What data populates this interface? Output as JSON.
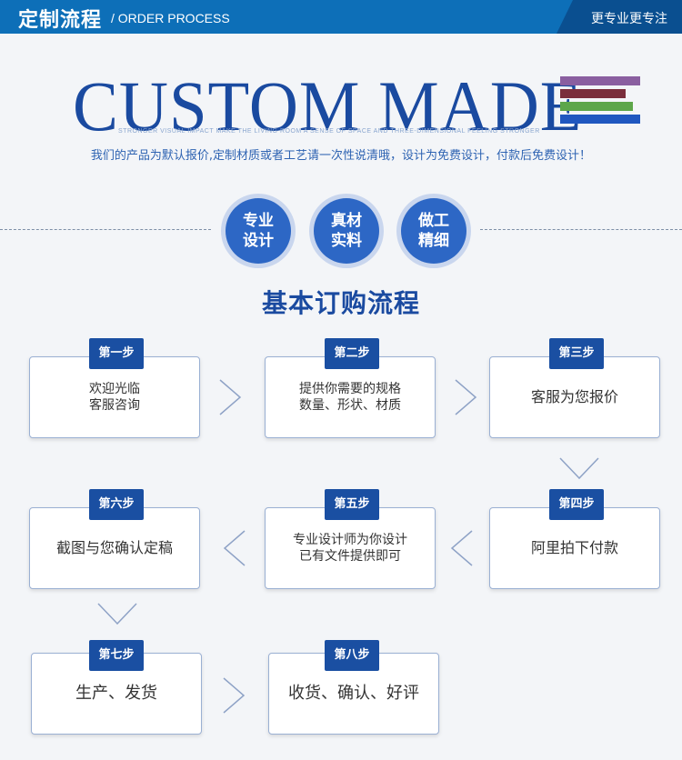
{
  "header": {
    "title": "定制流程",
    "subtitle": "/ ORDER PROCESS",
    "tag": "更专业更专注"
  },
  "banner": {
    "main": "CUSTOM MADE",
    "strap": "STRONGER VISUAL IMPACT MAKE THE LIVING ROOM A SENSE OF SPACE AND THREE-DIMENSIONAL FEELING STRONGER",
    "description": "我们的产品为默认报价,定制材质或者工艺请一次性说清哦，设计为免费设计，付款后免费设计！",
    "stripe_colors": [
      "#8a5fa0",
      "#7a2e3c",
      "#5da64a",
      "#1f57c0"
    ]
  },
  "badges": [
    {
      "line1": "专业",
      "line2": "设计"
    },
    {
      "line1": "真材",
      "line2": "实料"
    },
    {
      "line1": "做工",
      "line2": "精细"
    }
  ],
  "process_title": "基本订购流程",
  "steps": [
    {
      "label": "第一步",
      "line1": "欢迎光临",
      "line2": "客服咨询"
    },
    {
      "label": "第二步",
      "line1": "提供你需要的规格",
      "line2": "数量、形状、材质"
    },
    {
      "label": "第三步",
      "line1": "客服为您报价",
      "line2": ""
    },
    {
      "label": "第四步",
      "line1": "阿里拍下付款",
      "line2": ""
    },
    {
      "label": "第五步",
      "line1": "专业设计师为你设计",
      "line2": "已有文件提供即可"
    },
    {
      "label": "第六步",
      "line1": "截图与您确认定稿",
      "line2": ""
    },
    {
      "label": "第七步",
      "line1": "生产、发货",
      "line2": ""
    },
    {
      "label": "第八步",
      "line1": "收货、确认、好评",
      "line2": ""
    }
  ],
  "colors": {
    "primary": "#0d6fb8",
    "accent": "#1a4aa0",
    "step_label": "#1a4fa2"
  }
}
